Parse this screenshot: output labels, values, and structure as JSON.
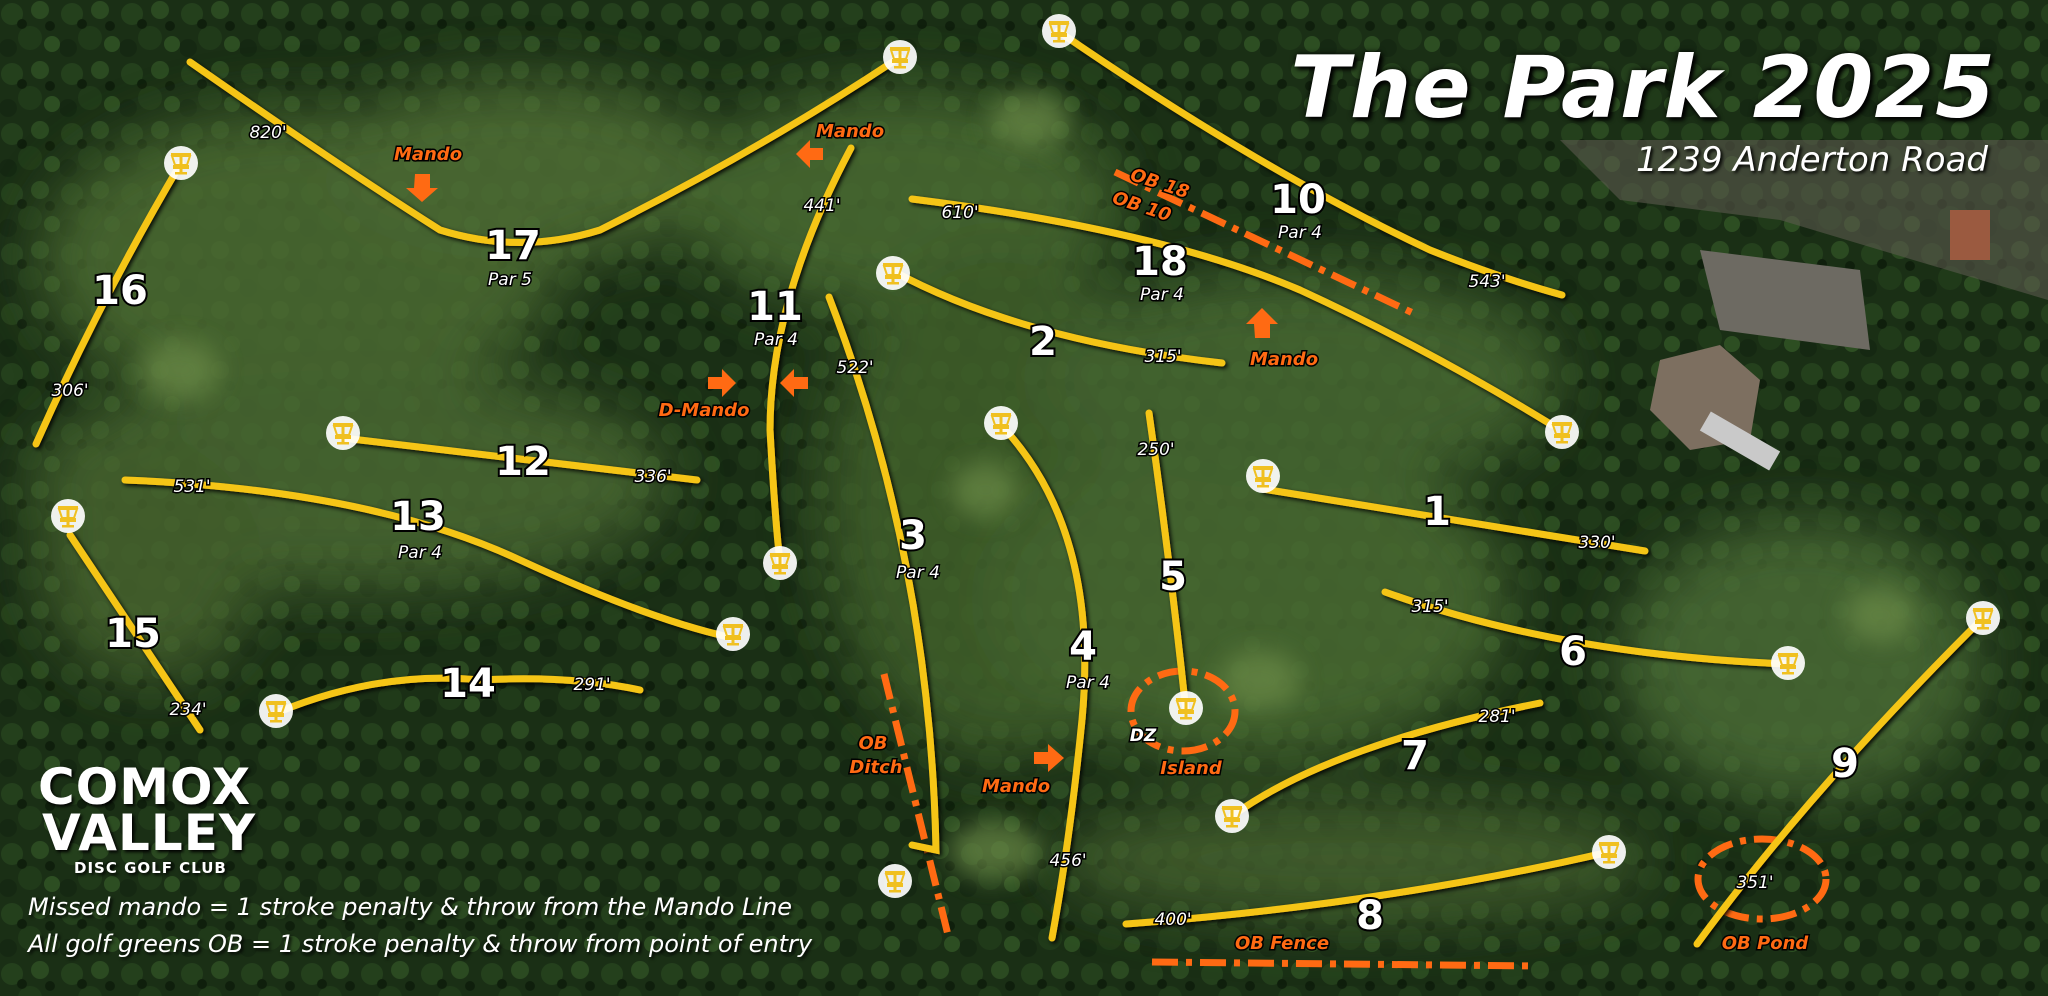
{
  "title": "The Park 2025",
  "address": "1239 Anderton Road",
  "club": {
    "line1": "COMOX",
    "line2": "VALLEY",
    "line3": "DISC GOLF CLUB"
  },
  "rules": [
    "Missed mando = 1 stroke penalty & throw from the Mando Line",
    "All golf greens OB = 1 stroke penalty & throw from point of entry"
  ],
  "colors": {
    "fairway": "#f5c518",
    "hazard": "#ff6a13",
    "basket": "#f0c020",
    "text": "#ffffff"
  },
  "holes": [
    {
      "number": "1",
      "distance": "330'",
      "par": ""
    },
    {
      "number": "2",
      "distance": "315'",
      "par": ""
    },
    {
      "number": "3",
      "distance": "522'",
      "par": "Par 4"
    },
    {
      "number": "4",
      "distance": "456'",
      "par": "Par 4"
    },
    {
      "number": "5",
      "distance": "250'",
      "par": ""
    },
    {
      "number": "6",
      "distance": "315'",
      "par": ""
    },
    {
      "number": "7",
      "distance": "281'",
      "par": ""
    },
    {
      "number": "8",
      "distance": "400'",
      "par": ""
    },
    {
      "number": "9",
      "distance": "351'",
      "par": ""
    },
    {
      "number": "10",
      "distance": "543'",
      "par": "Par 4"
    },
    {
      "number": "11",
      "distance": "441'",
      "par": "Par 4"
    },
    {
      "number": "12",
      "distance": "336'",
      "par": ""
    },
    {
      "number": "13",
      "distance": "531'",
      "par": "Par 4"
    },
    {
      "number": "14",
      "distance": "291'",
      "par": ""
    },
    {
      "number": "15",
      "distance": "234'",
      "par": ""
    },
    {
      "number": "16",
      "distance": "306'",
      "par": ""
    },
    {
      "number": "17",
      "distance": "820'",
      "par": "Par 5"
    },
    {
      "number": "18",
      "distance": "610'",
      "par": "Par 4"
    }
  ],
  "labels": {
    "mando": "Mando",
    "d_mando": "D-Mando",
    "ob_18": "OB 18",
    "ob_10": "OB 10",
    "ob_ditch_1": "OB",
    "ob_ditch_2": "Ditch",
    "ob_fence": "OB Fence",
    "ob_pond": "OB Pond",
    "island": "Island",
    "dz": "DZ"
  }
}
